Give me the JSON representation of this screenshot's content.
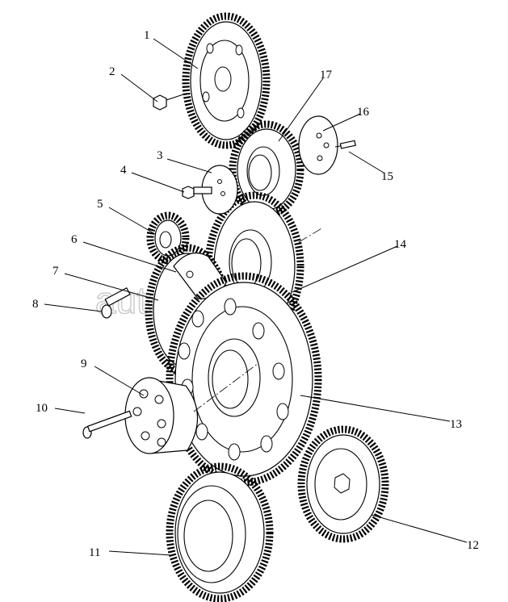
{
  "diagram": {
    "callouts": [
      "1",
      "2",
      "3",
      "4",
      "5",
      "6",
      "7",
      "8",
      "9",
      "10",
      "11",
      "12",
      "13",
      "14",
      "15",
      "16",
      "17"
    ],
    "watermark": "autoaster.ru"
  }
}
